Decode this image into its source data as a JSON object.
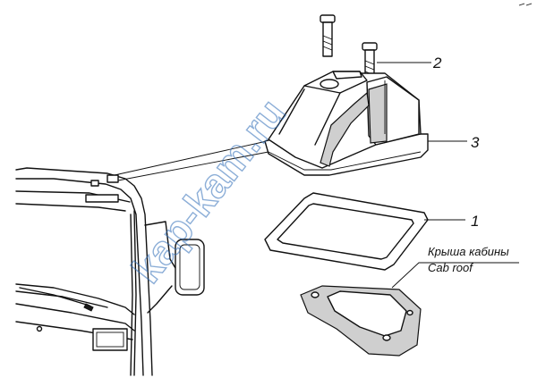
{
  "callouts": {
    "item_1": "1",
    "item_2": "2",
    "item_3": "3"
  },
  "captions": {
    "roof_ru": "Крыша кабины",
    "roof_en": "Cab roof"
  },
  "watermark": {
    "text": "kap-kam.ru",
    "color": "#2f6db8"
  }
}
